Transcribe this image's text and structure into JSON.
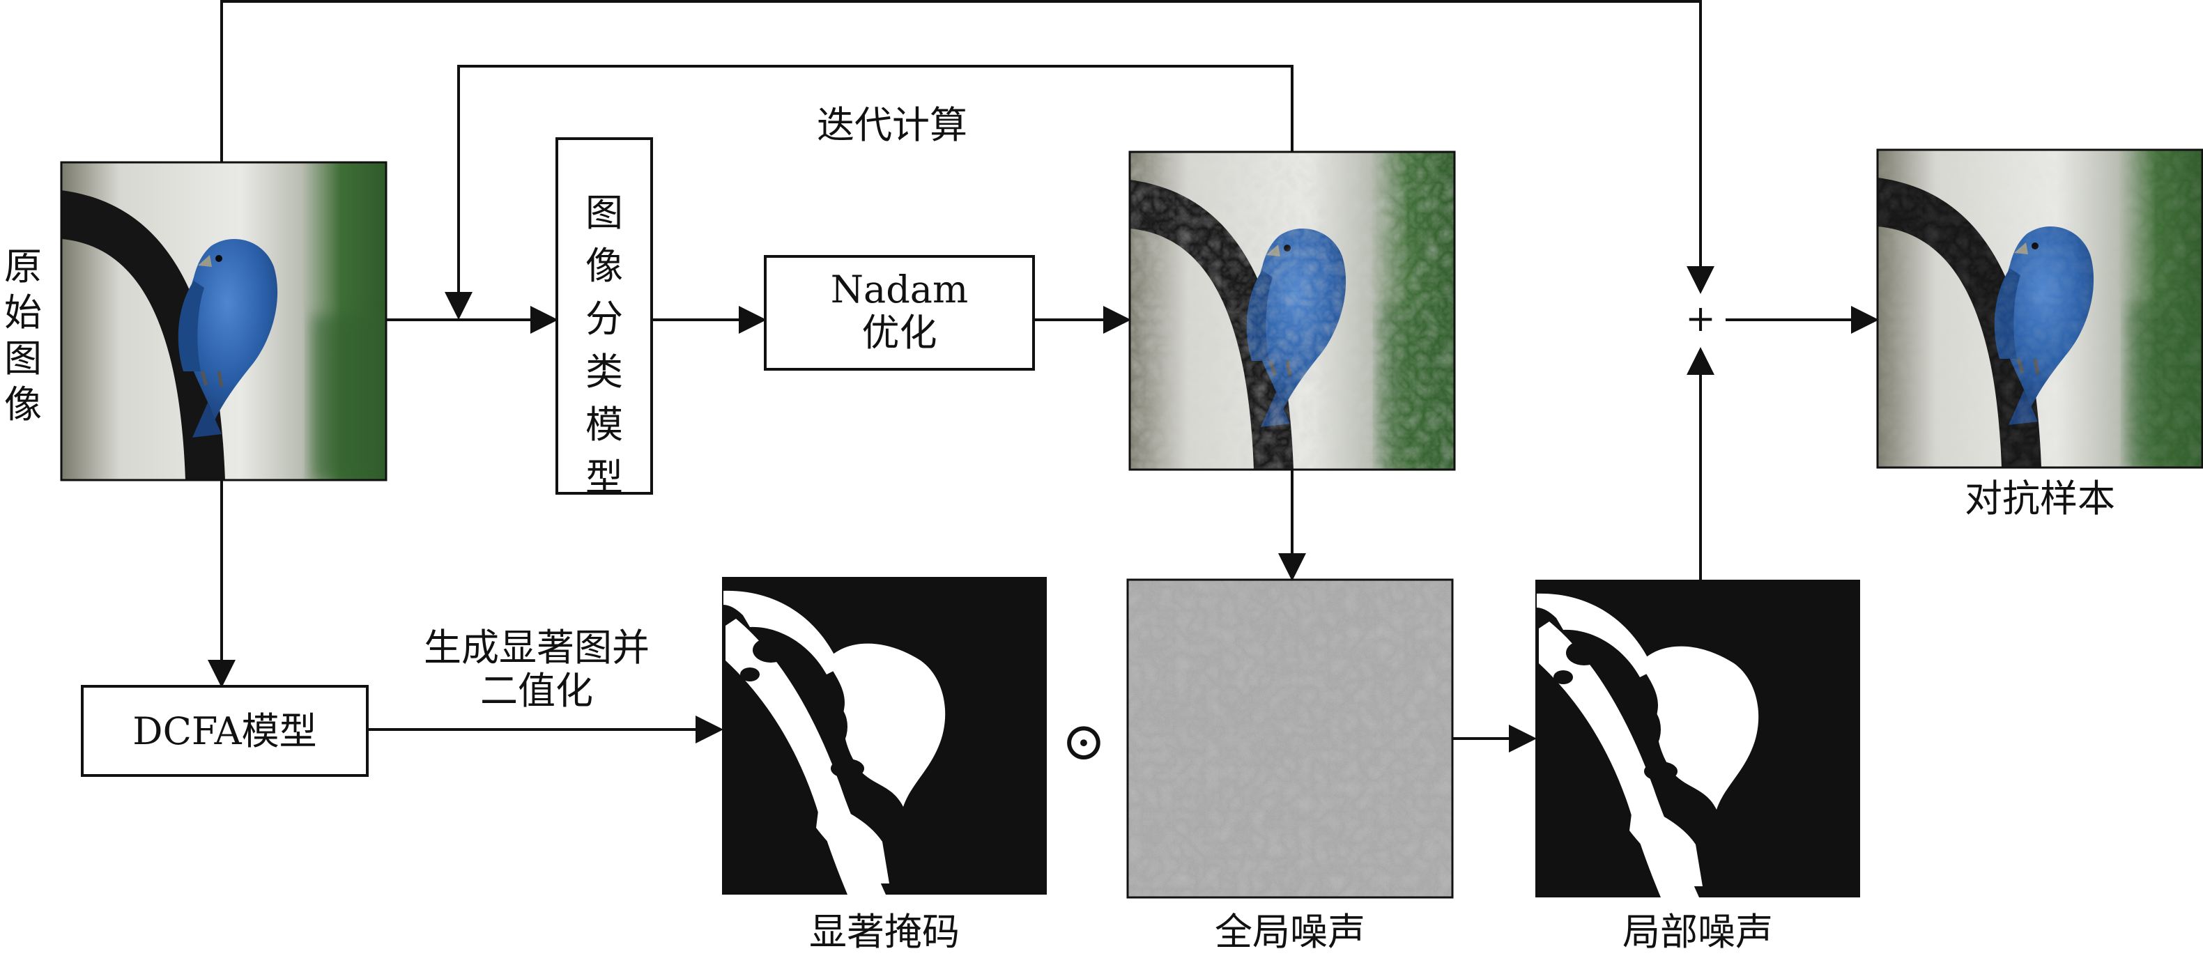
{
  "labels": {
    "original_image": "原始图像",
    "iterative_calc": "迭代计算",
    "classifier": "图像分类模型",
    "nadam_line1": "Nadam",
    "nadam_line2": "优化",
    "dcfa": "DCFA模型",
    "saliency_line1": "生成显著图并",
    "saliency_line2": "二值化",
    "saliency_mask": "显著掩码",
    "global_noise": "全局噪声",
    "local_noise": "局部噪声",
    "adversarial": "对抗样本",
    "hadamard_symbol": "⊙",
    "plus_symbol": "+"
  },
  "colors": {
    "line": "#111111",
    "bird_blue": "#2a5fa8",
    "noise_gray": "#a5a5a5",
    "mask_black": "#111111",
    "foliage_green": "#3f6e36"
  }
}
